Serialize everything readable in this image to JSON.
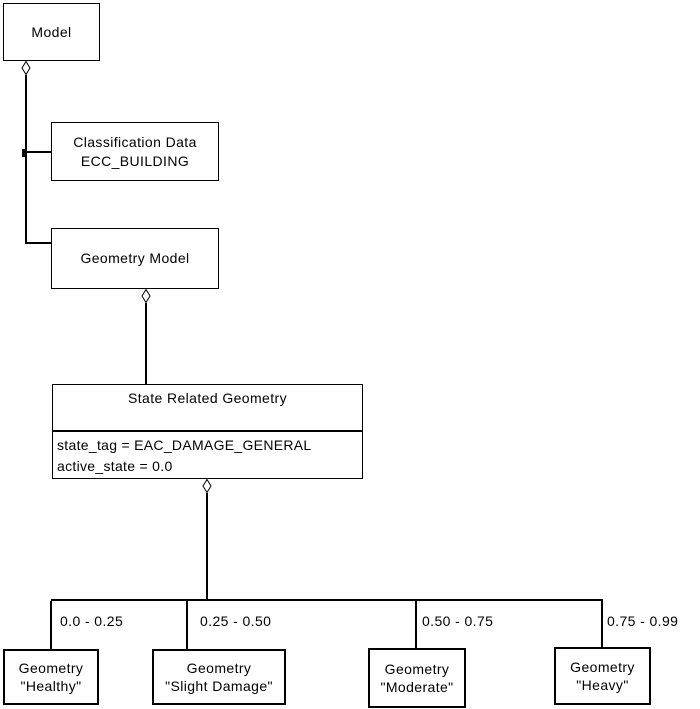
{
  "diagram": {
    "background_color": "#ffffff",
    "line_color": "#000000",
    "nodes": {
      "model": {
        "label": "Model"
      },
      "classification": {
        "line1": "Classification Data",
        "line2": "ECC_BUILDING"
      },
      "geometry_model": {
        "label": "Geometry Model"
      },
      "state_related_geometry": {
        "title": "State Related Geometry",
        "attributes": [
          "state_tag = EAC_DAMAGE_GENERAL",
          "active_state = 0.0"
        ]
      },
      "leaves": [
        {
          "line1": "Geometry",
          "line2": "\"Healthy\"",
          "range": "0.0 - 0.25"
        },
        {
          "line1": "Geometry",
          "line2": "\"Slight Damage\"",
          "range": "0.25 - 0.50"
        },
        {
          "line1": "Geometry",
          "line2": "\"Moderate\"",
          "range": "0.50 - 0.75"
        },
        {
          "line1": "Geometry",
          "line2": "\"Heavy\"",
          "range": "0.75 - 0.99"
        }
      ]
    },
    "connector_glyph": "aggregation-diamond"
  }
}
